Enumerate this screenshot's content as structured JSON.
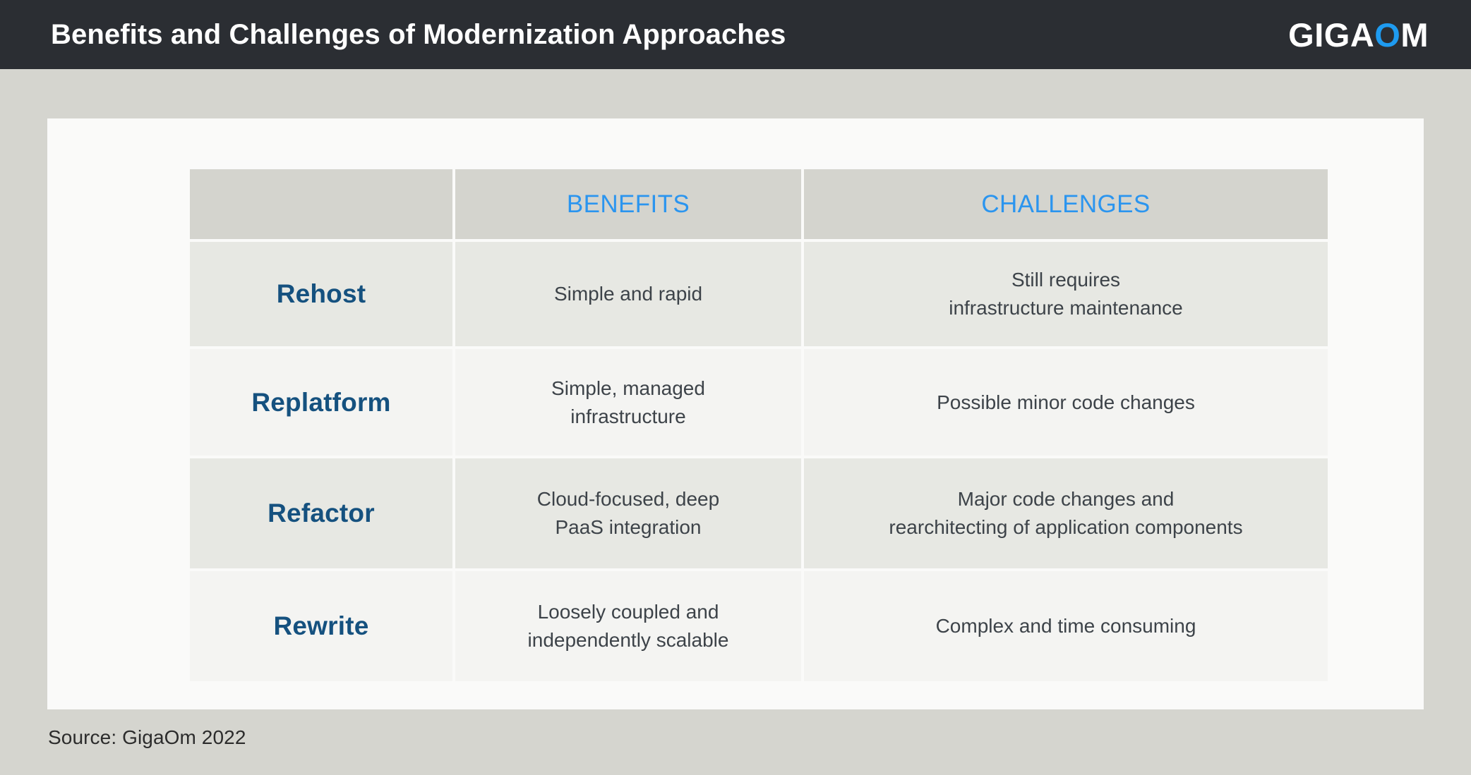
{
  "header": {
    "title": "Benefits and Challenges of Modernization Approaches",
    "logo": {
      "part1": "GIGA",
      "part2": "O",
      "part3": "M"
    },
    "background_color": "#2b2e33",
    "accent_color": "#1e9bf0"
  },
  "table": {
    "columns": [
      "",
      "BENEFITS",
      "CHALLENGES"
    ],
    "header_text_color": "#2b95ef",
    "header_bg_color": "#d4d4ce",
    "row_bg_dark": "#e7e8e3",
    "row_bg_light": "#f4f4f2",
    "label_color": "#15517f",
    "body_text_color": "#3d4349",
    "rows": [
      {
        "approach": "Rehost",
        "benefits": "Simple and rapid",
        "challenges": "Still requires\ninfrastructure maintenance"
      },
      {
        "approach": "Replatform",
        "benefits": "Simple, managed\ninfrastructure",
        "challenges": "Possible minor code changes"
      },
      {
        "approach": "Refactor",
        "benefits": "Cloud-focused, deep\nPaaS integration",
        "challenges": "Major code changes and\nrearchitecting of application components"
      },
      {
        "approach": "Rewrite",
        "benefits": "Loosely coupled and\nindependently scalable",
        "challenges": "Complex and time consuming"
      }
    ]
  },
  "footer": {
    "source": "Source: GigaOm 2022"
  },
  "page": {
    "background_color": "#d5d5cf",
    "card_color": "#fafaf9"
  }
}
